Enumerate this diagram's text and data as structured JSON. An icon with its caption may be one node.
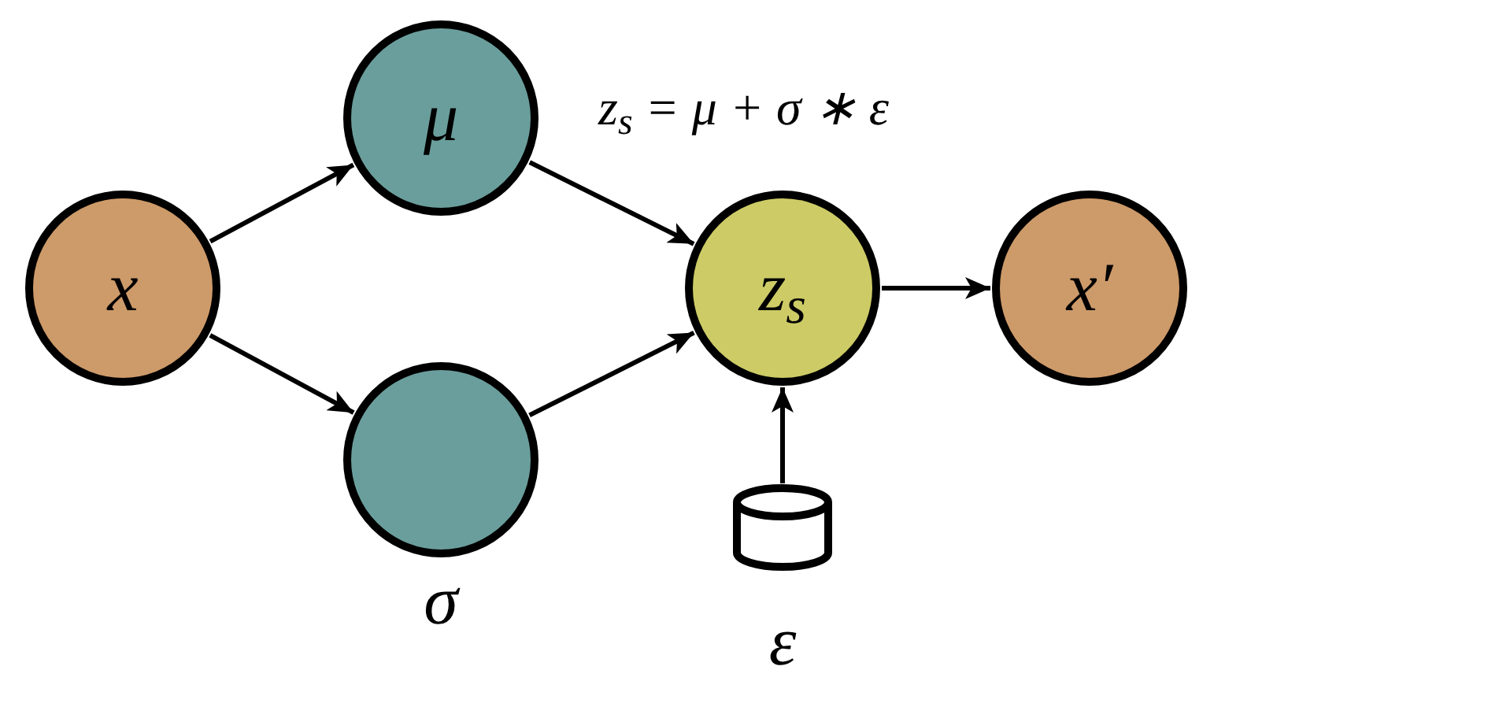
{
  "diagram": {
    "nodes": [
      {
        "text": [
          "x"
        ]
      },
      {
        "text": [
          "μ"
        ]
      },
      {
        "text": [],
        "shape": "circle",
        "beside": [
          "σ"
        ]
      },
      {
        "text": [
          "z$_{s}$"
        ]
      },
      {
        "text": [
          "x′"
        ]
      },
      {
        "text": [],
        "shape": "cylinder",
        "beside": [
          "ε"
        ]
      }
    ],
    "edges": [
      {
        "from": 0,
        "to": 1,
        "arrow": "to"
      },
      {
        "from": 0,
        "to": 2,
        "arrow": "to"
      },
      {
        "from": 1,
        "to": 3,
        "arrow": "to"
      },
      {
        "from": 2,
        "to": 3,
        "arrow": "to"
      },
      {
        "from": 3,
        "to": 4,
        "arrow": "to"
      },
      {
        "from": 5,
        "to": 3,
        "arrow": "to"
      }
    ],
    "labels": [
      "z$_{s}$ = μ + σ ∗ ε"
    ]
  }
}
